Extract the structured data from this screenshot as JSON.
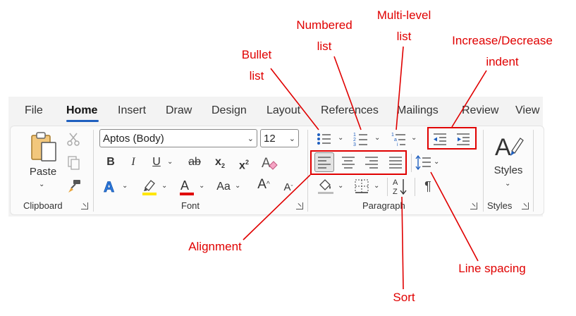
{
  "annotations": {
    "bullet_list": [
      "Bullet",
      "list"
    ],
    "numbered_list": [
      "Numbered",
      "list"
    ],
    "multi_level_list": [
      "Multi-level",
      "list"
    ],
    "indent": [
      "Increase/Decrease",
      "indent"
    ],
    "alignment": "Alignment",
    "line_spacing": "Line spacing",
    "sort": "Sort",
    "color": "#e00000"
  },
  "tabs": [
    "File",
    "Home",
    "Insert",
    "Draw",
    "Design",
    "Layout",
    "References",
    "Mailings",
    "Review",
    "View"
  ],
  "active_tab": "Home",
  "clipboard": {
    "paste_label": "Paste",
    "group_label": "Clipboard"
  },
  "font": {
    "font_name": "Aptos (Body)",
    "font_size": "12",
    "bold": "B",
    "italic": "I",
    "underline": "U",
    "strikethrough": "ab",
    "subscript": "x",
    "subscript_mark": "2",
    "superscript": "x",
    "superscript_mark": "2",
    "change_case": "Aa",
    "grow_font": "A",
    "shrink_font": "A",
    "group_label": "Font"
  },
  "paragraph": {
    "group_label": "Paragraph",
    "sort_top": "A",
    "sort_bottom": "Z",
    "pilcrow": "¶"
  },
  "styles": {
    "label": "Styles",
    "group_label": "Styles"
  },
  "colors": {
    "accent": "#1f5fbf",
    "highlight_yellow": "#ffe600",
    "font_red": "#e00000"
  }
}
